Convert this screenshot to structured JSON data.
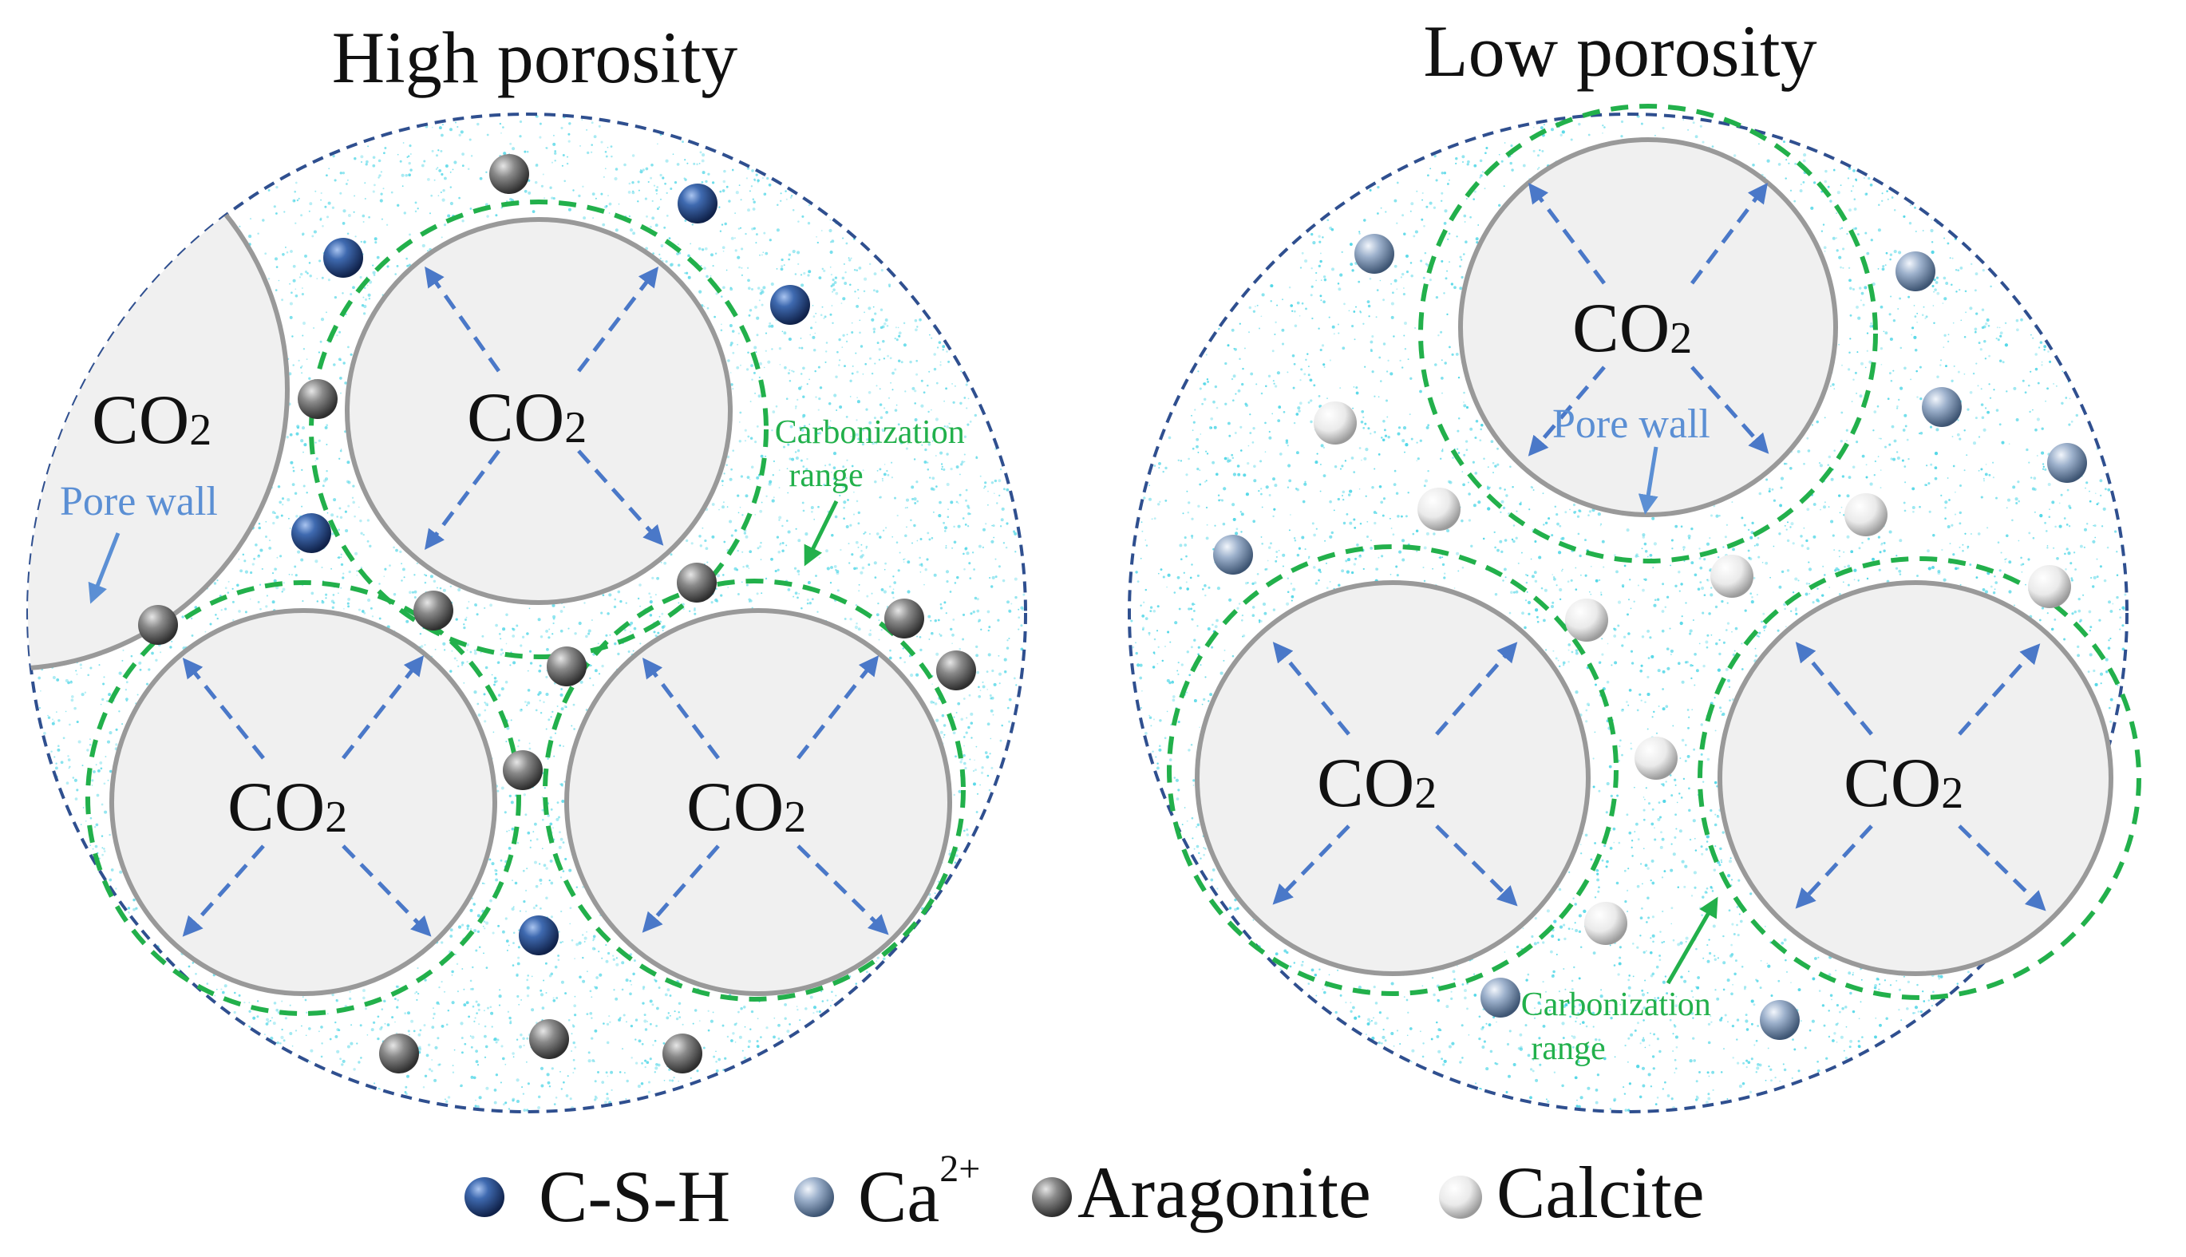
{
  "panels": {
    "left": {
      "title": "High porosity",
      "pore_label": "CO",
      "pore_subscript": "2",
      "pore_wall_label": "Pore wall",
      "carbonization_label_line1": "Carbonization",
      "carbonization_label_line2": "range"
    },
    "right": {
      "title": "Low porosity",
      "pore_label": "CO",
      "pore_subscript": "2",
      "pore_wall_label": "Pore wall",
      "carbonization_label_line1": "Carbonization",
      "carbonization_label_line2": "range"
    }
  },
  "legend": {
    "csh": "C-S-H",
    "ca": "Ca",
    "ca_sup": "2+",
    "aragonite": "Aragonite",
    "calcite": "Calcite"
  },
  "colors": {
    "boundary": "#2f4f8f",
    "pore_fill": "#f0f0f0",
    "pore_stroke": "#999999",
    "carbonization": "#22b04b",
    "arrows": "#4a78c8",
    "pore_wall_text": "#5b8fd4",
    "matrix_speckle": "#4fd6e6"
  }
}
